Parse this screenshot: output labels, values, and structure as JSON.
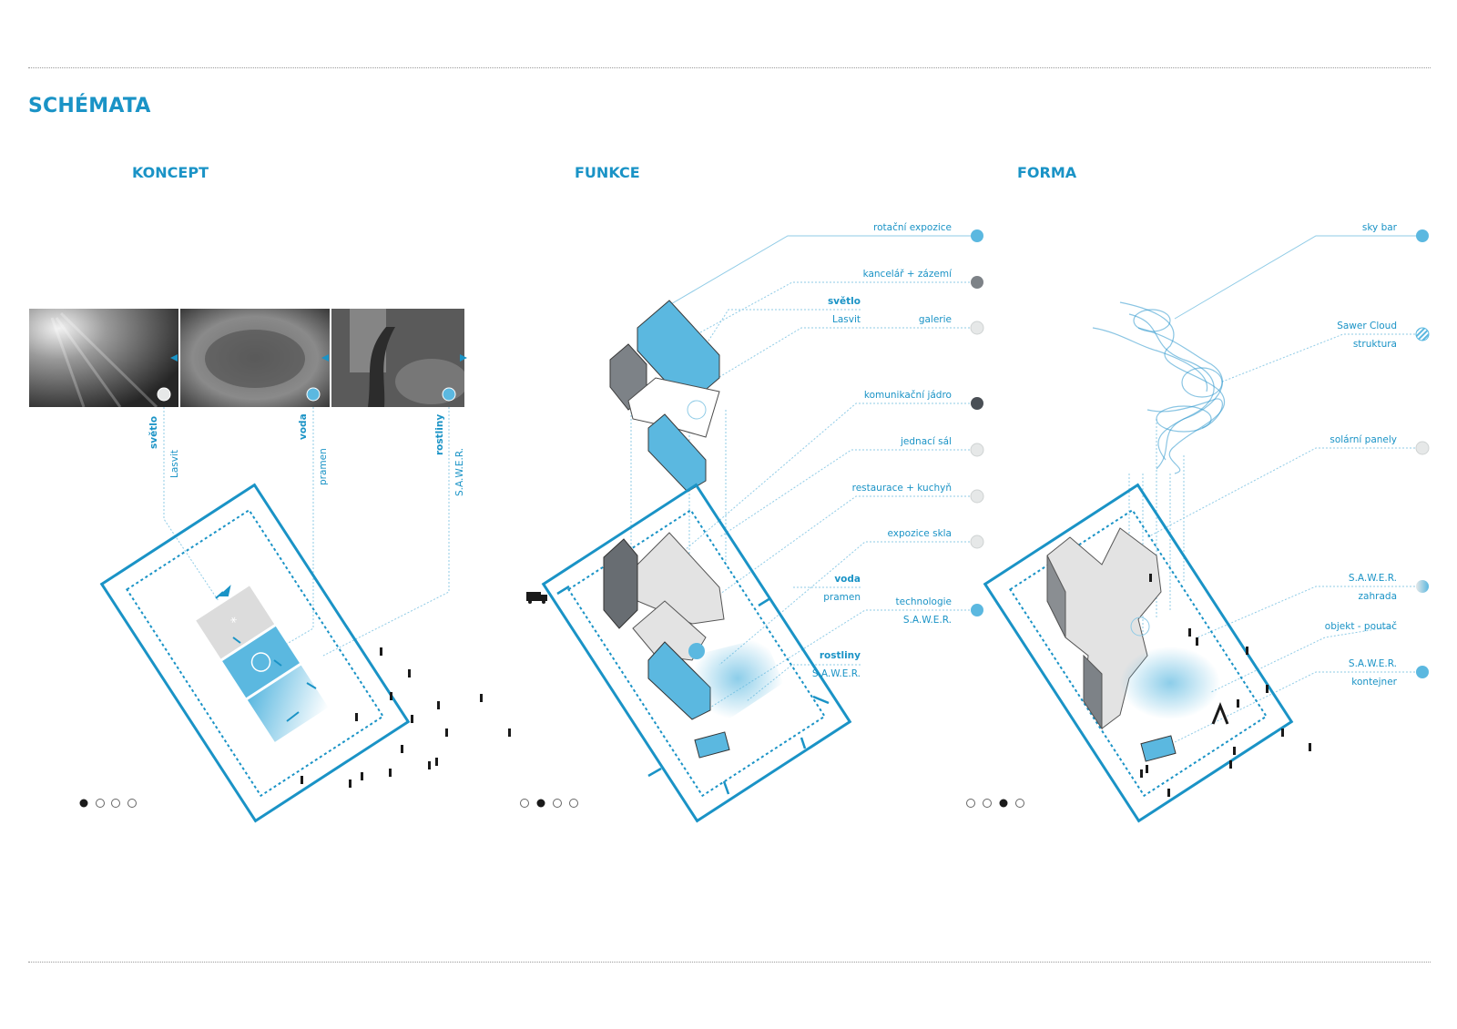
{
  "page": {
    "title": "SCHÉMATA"
  },
  "sections": {
    "koncept": {
      "title": "KONCEPT",
      "photo_labels": [
        {
          "title": "světlo",
          "sub": "Lasvit"
        },
        {
          "title": "voda",
          "sub": "pramen"
        },
        {
          "title": "rostliny",
          "sub": "S.A.W.E.R."
        }
      ],
      "pager": {
        "total": 4,
        "active": 1
      }
    },
    "funkce": {
      "title": "FUNKCE",
      "legend": [
        {
          "label": "rotační expozice",
          "marker": "blue"
        },
        {
          "label": "kancelář + zázemí",
          "marker": "darkgrey"
        },
        {
          "label": "galerie",
          "marker": "light"
        },
        {
          "label": "komunikační jádro",
          "marker": "charcoal"
        },
        {
          "label": "jednací sál",
          "marker": "light"
        },
        {
          "label": "restaurace + kuchyň",
          "marker": "light"
        },
        {
          "label": "expozice skla",
          "marker": "light"
        },
        {
          "label": "technologie",
          "sub": "S.A.W.E.R.",
          "marker": "blue"
        }
      ],
      "side_notes": [
        {
          "title": "světlo",
          "sub": "Lasvit"
        },
        {
          "title": "voda",
          "sub": "pramen"
        },
        {
          "title": "rostliny",
          "sub": "S.A.W.E.R."
        }
      ],
      "pager": {
        "total": 4,
        "active": 2
      }
    },
    "forma": {
      "title": "FORMA",
      "legend": [
        {
          "label": "sky bar",
          "marker": "blue"
        },
        {
          "label": "Sawer Cloud",
          "sub": "struktura",
          "marker": "striped"
        },
        {
          "label": "solární panely",
          "marker": "light"
        },
        {
          "label": "S.A.W.E.R.",
          "sub": "zahrada",
          "marker": "gradient"
        },
        {
          "label": "objekt - poutač",
          "marker": "none"
        },
        {
          "label": "S.A.W.E.R.",
          "sub": "kontejner",
          "marker": "blue"
        }
      ],
      "pager": {
        "total": 4,
        "active": 3
      }
    }
  },
  "colors": {
    "accent": "#1a93c6",
    "marker_blue": "#5bb8e0",
    "marker_darkgrey": "#7d8287",
    "marker_charcoal": "#4a4f55",
    "marker_light": "#e6e8e8",
    "leader": "#8fcbe6"
  }
}
